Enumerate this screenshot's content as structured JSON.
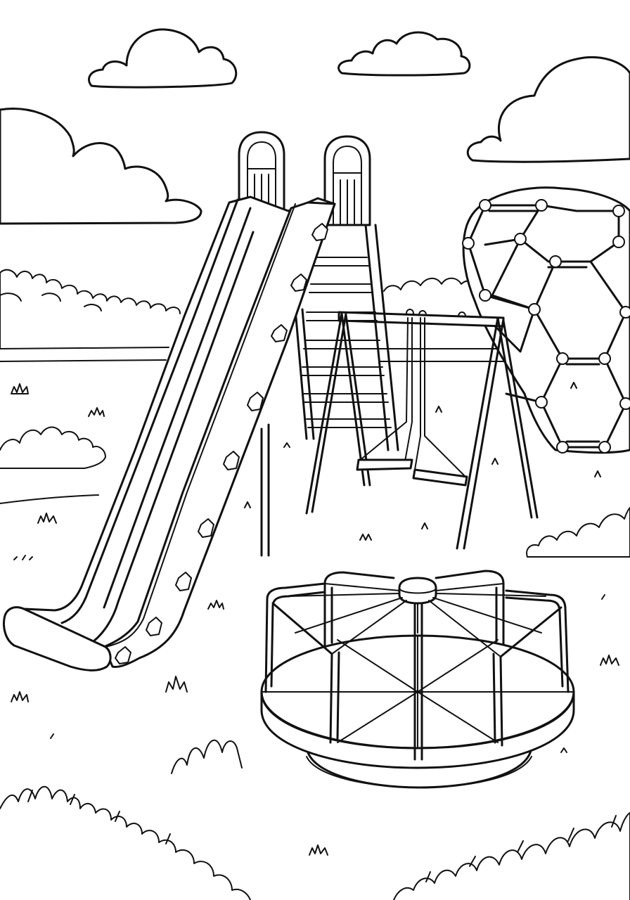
{
  "page": {
    "kind": "coloring-page",
    "style": "black line art on white",
    "colors": {
      "ink": "#111111",
      "paper": "#ffffff"
    }
  },
  "objects": [
    "clouds",
    "hills",
    "bushes",
    "fence",
    "slide",
    "swing-set",
    "dome-climber",
    "merry-go-round",
    "grass"
  ]
}
